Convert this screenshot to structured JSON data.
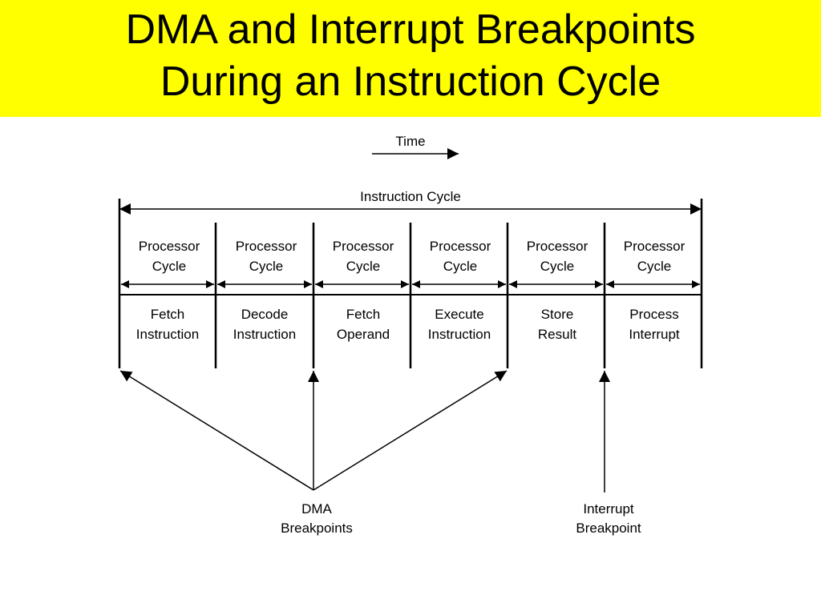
{
  "title": {
    "line1": "DMA and Interrupt Breakpoints",
    "line2": "During an Instruction Cycle"
  },
  "colors": {
    "title_background": "#ffff00",
    "text": "#000000",
    "background": "#ffffff"
  },
  "diagram": {
    "time_label": "Time",
    "instruction_cycle_label": "Instruction Cycle",
    "processor_cycles": [
      {
        "top": "Processor",
        "bottom": "Cycle"
      },
      {
        "top": "Processor",
        "bottom": "Cycle"
      },
      {
        "top": "Processor",
        "bottom": "Cycle"
      },
      {
        "top": "Processor",
        "bottom": "Cycle"
      },
      {
        "top": "Processor",
        "bottom": "Cycle"
      },
      {
        "top": "Processor",
        "bottom": "Cycle"
      }
    ],
    "stages": [
      {
        "line1": "Fetch",
        "line2": "Instruction"
      },
      {
        "line1": "Decode",
        "line2": "Instruction"
      },
      {
        "line1": "Fetch",
        "line2": "Operand"
      },
      {
        "line1": "Execute",
        "line2": "Instruction"
      },
      {
        "line1": "Store",
        "line2": "Result"
      },
      {
        "line1": "Process",
        "line2": "Interrupt"
      }
    ],
    "dma_label": {
      "line1": "DMA",
      "line2": "Breakpoints"
    },
    "interrupt_label": {
      "line1": "Interrupt",
      "line2": "Breakpoint"
    }
  }
}
